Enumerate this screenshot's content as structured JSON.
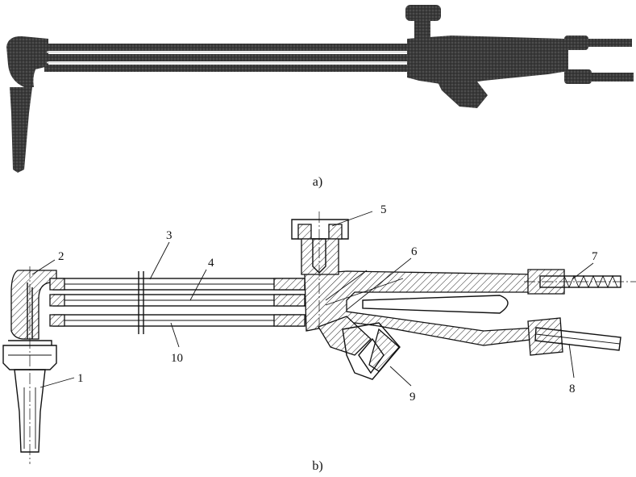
{
  "captions": {
    "top": "a)",
    "bottom": "b)"
  },
  "labels": {
    "l1": "1",
    "l2": "2",
    "l3": "3",
    "l4": "4",
    "l5": "5",
    "l6": "6",
    "l7": "7",
    "l8": "8",
    "l9": "9",
    "l10": "10"
  }
}
